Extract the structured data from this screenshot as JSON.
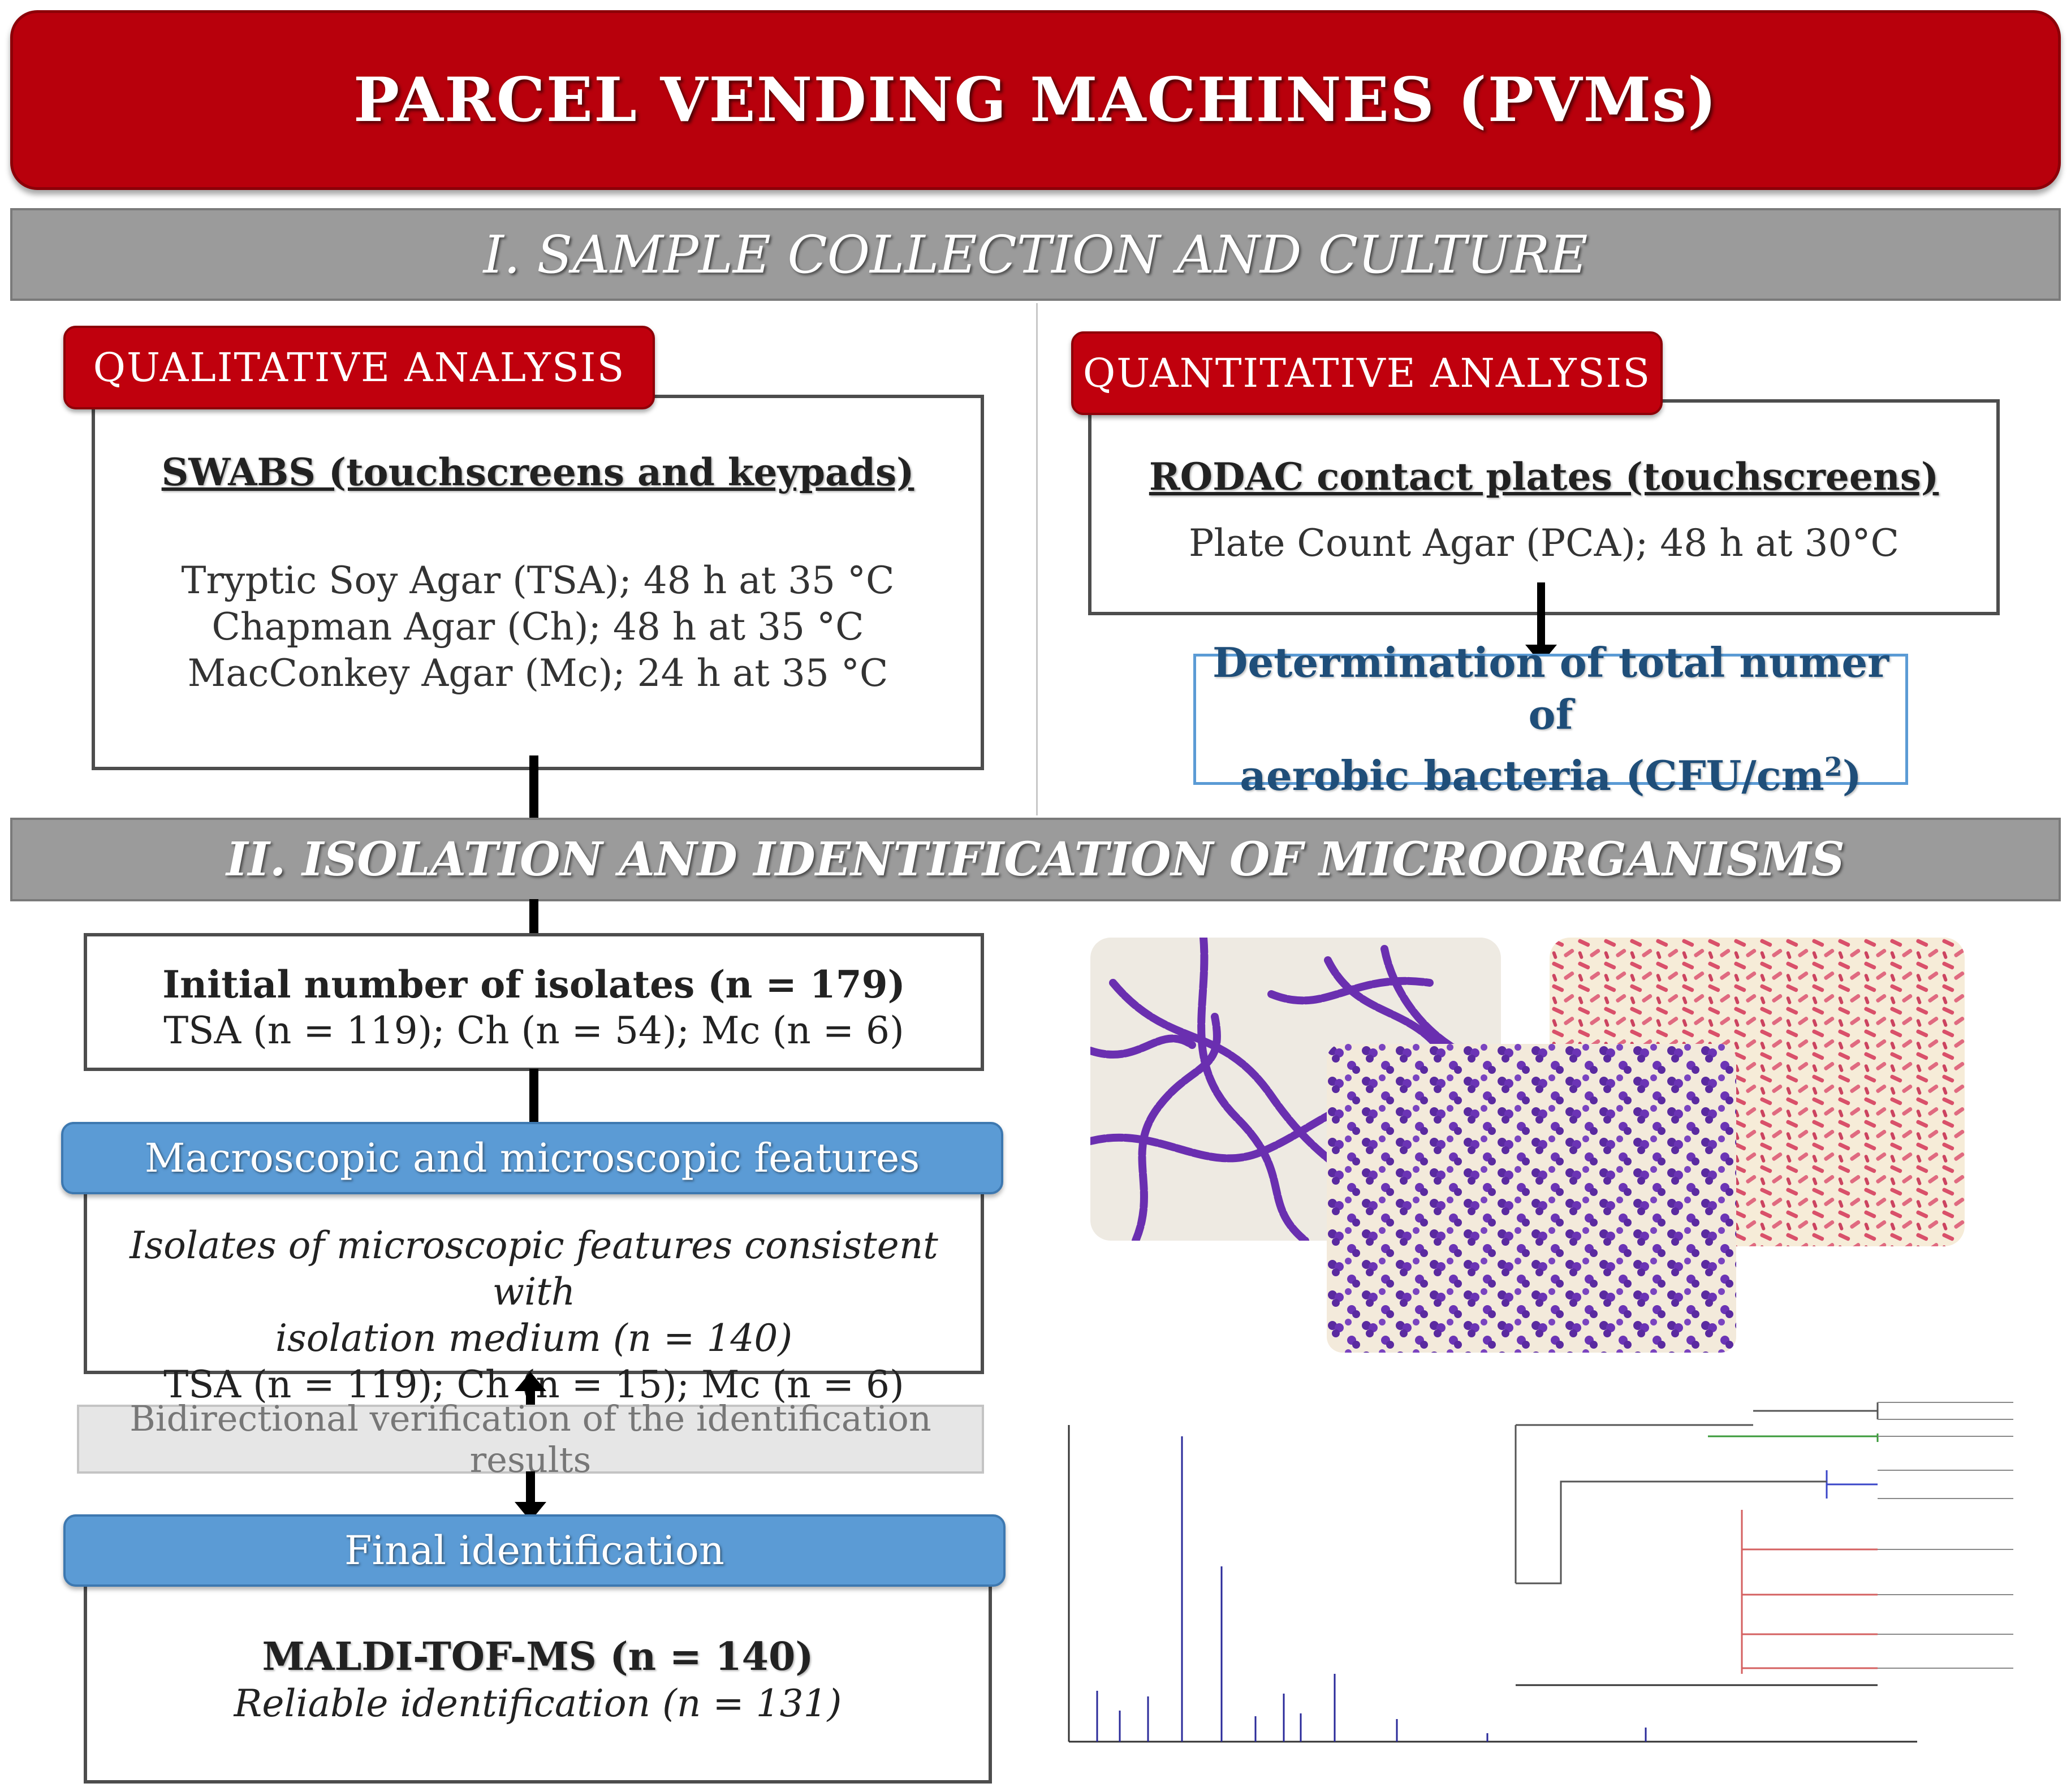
{
  "banner": {
    "title": "PARCEL VENDING MACHINES (PVMs)"
  },
  "section_1": {
    "title": "I. SAMPLE COLLECTION AND CULTURE"
  },
  "section_2": {
    "title": "II. ISOLATION AND IDENTIFICATION OF MICROORGANISMS"
  },
  "qualitative": {
    "tab": "QUALITATIVE ANALYSIS",
    "title": "SWABS (touchscreens and keypads)",
    "lines": [
      "Tryptic Soy Agar (TSA); 48 h at 35 °C",
      "Chapman Agar (Ch); 48 h at 35 °C",
      "MacConkey Agar (Mc); 24 h at 35 °C"
    ]
  },
  "quantitative": {
    "tab": "QUANTITATIVE ANALYSIS",
    "title": "RODAC contact plates (touchscreens)",
    "line": "Plate Count Agar (PCA); 48 h at 30°C",
    "result_line1": "Determination of total numer of",
    "result_line2_a": "aerobic bacteria (CFU/cm",
    "result_sup": "2",
    "result_line2_b": ")"
  },
  "initial_isolates": {
    "title": "Initial number of isolates (n = 179)",
    "line": "TSA (n = 119); Ch (n = 54); Mc (n = 6)"
  },
  "features": {
    "tab": "Macroscopic and microscopic features",
    "italic_line1": "Isolates of microscopic features consistent with",
    "italic_line2": "isolation medium (n = 140)",
    "line": "TSA (n = 119); Ch (n = 15); Mc (n = 6)"
  },
  "verification": {
    "text": "Bidirectional verification of the identification results"
  },
  "final": {
    "tab": "Final identification",
    "title": "MALDI-TOF-MS (n = 140)",
    "italic_line": "Reliable identification (n = 131)"
  },
  "colors": {
    "brand_red": "#b8000c",
    "section_gray": "#9b9b9b",
    "tab_blue": "#5b9bd5",
    "result_text_blue": "#1f4e79",
    "result_border_blue": "#5b9bd5"
  }
}
